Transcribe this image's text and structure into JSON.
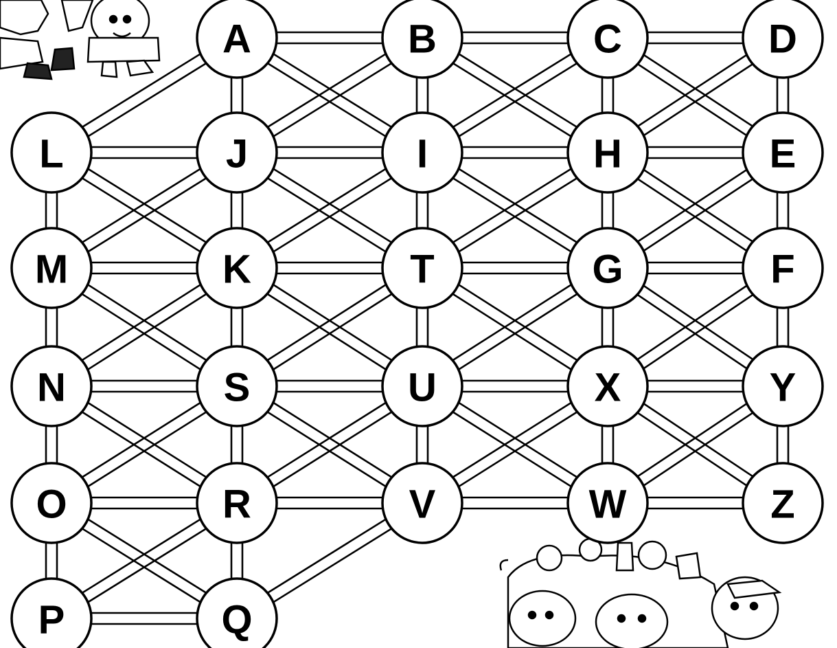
{
  "puzzle": {
    "nodes": [
      {
        "id": "A",
        "label": "A"
      },
      {
        "id": "B",
        "label": "B"
      },
      {
        "id": "C",
        "label": "C"
      },
      {
        "id": "D",
        "label": "D"
      },
      {
        "id": "L",
        "label": "L"
      },
      {
        "id": "J",
        "label": "J"
      },
      {
        "id": "I",
        "label": "I"
      },
      {
        "id": "H",
        "label": "H"
      },
      {
        "id": "E",
        "label": "E"
      },
      {
        "id": "M",
        "label": "M"
      },
      {
        "id": "K",
        "label": "K"
      },
      {
        "id": "T",
        "label": "T"
      },
      {
        "id": "G",
        "label": "G"
      },
      {
        "id": "F",
        "label": "F"
      },
      {
        "id": "N",
        "label": "N"
      },
      {
        "id": "S",
        "label": "S"
      },
      {
        "id": "U",
        "label": "U"
      },
      {
        "id": "X",
        "label": "X"
      },
      {
        "id": "Y",
        "label": "Y"
      },
      {
        "id": "O",
        "label": "O"
      },
      {
        "id": "R",
        "label": "R"
      },
      {
        "id": "V",
        "label": "V"
      },
      {
        "id": "W",
        "label": "W"
      },
      {
        "id": "Z",
        "label": "Z"
      },
      {
        "id": "P",
        "label": "P"
      },
      {
        "id": "Q",
        "label": "Q"
      }
    ],
    "edges": [
      [
        "A",
        "B"
      ],
      [
        "B",
        "C"
      ],
      [
        "C",
        "D"
      ],
      [
        "L",
        "J"
      ],
      [
        "J",
        "I"
      ],
      [
        "I",
        "H"
      ],
      [
        "H",
        "E"
      ],
      [
        "M",
        "K"
      ],
      [
        "K",
        "T"
      ],
      [
        "T",
        "G"
      ],
      [
        "G",
        "F"
      ],
      [
        "N",
        "S"
      ],
      [
        "S",
        "U"
      ],
      [
        "U",
        "X"
      ],
      [
        "X",
        "Y"
      ],
      [
        "O",
        "R"
      ],
      [
        "R",
        "V"
      ],
      [
        "V",
        "W"
      ],
      [
        "W",
        "Z"
      ],
      [
        "P",
        "Q"
      ],
      [
        "A",
        "J"
      ],
      [
        "B",
        "I"
      ],
      [
        "C",
        "H"
      ],
      [
        "D",
        "E"
      ],
      [
        "L",
        "M"
      ],
      [
        "J",
        "K"
      ],
      [
        "I",
        "T"
      ],
      [
        "H",
        "G"
      ],
      [
        "E",
        "F"
      ],
      [
        "M",
        "N"
      ],
      [
        "K",
        "S"
      ],
      [
        "T",
        "U"
      ],
      [
        "G",
        "X"
      ],
      [
        "F",
        "Y"
      ],
      [
        "N",
        "O"
      ],
      [
        "S",
        "R"
      ],
      [
        "U",
        "V"
      ],
      [
        "X",
        "W"
      ],
      [
        "Y",
        "Z"
      ],
      [
        "O",
        "P"
      ],
      [
        "R",
        "Q"
      ],
      [
        "A",
        "L"
      ],
      [
        "A",
        "I"
      ],
      [
        "B",
        "J"
      ],
      [
        "B",
        "H"
      ],
      [
        "C",
        "I"
      ],
      [
        "C",
        "E"
      ],
      [
        "D",
        "H"
      ],
      [
        "L",
        "K"
      ],
      [
        "J",
        "M"
      ],
      [
        "J",
        "T"
      ],
      [
        "I",
        "K"
      ],
      [
        "I",
        "G"
      ],
      [
        "H",
        "T"
      ],
      [
        "H",
        "F"
      ],
      [
        "E",
        "G"
      ],
      [
        "M",
        "S"
      ],
      [
        "K",
        "N"
      ],
      [
        "K",
        "U"
      ],
      [
        "T",
        "S"
      ],
      [
        "T",
        "X"
      ],
      [
        "G",
        "U"
      ],
      [
        "G",
        "Y"
      ],
      [
        "F",
        "X"
      ],
      [
        "N",
        "R"
      ],
      [
        "S",
        "O"
      ],
      [
        "S",
        "V"
      ],
      [
        "U",
        "R"
      ],
      [
        "U",
        "W"
      ],
      [
        "X",
        "V"
      ],
      [
        "X",
        "Z"
      ],
      [
        "Y",
        "W"
      ],
      [
        "O",
        "Q"
      ],
      [
        "R",
        "P"
      ],
      [
        "V",
        "Q"
      ]
    ]
  },
  "decorations": {
    "top_left": "children-running-illustration",
    "bottom_right": "children-with-toy-sack-illustration"
  }
}
